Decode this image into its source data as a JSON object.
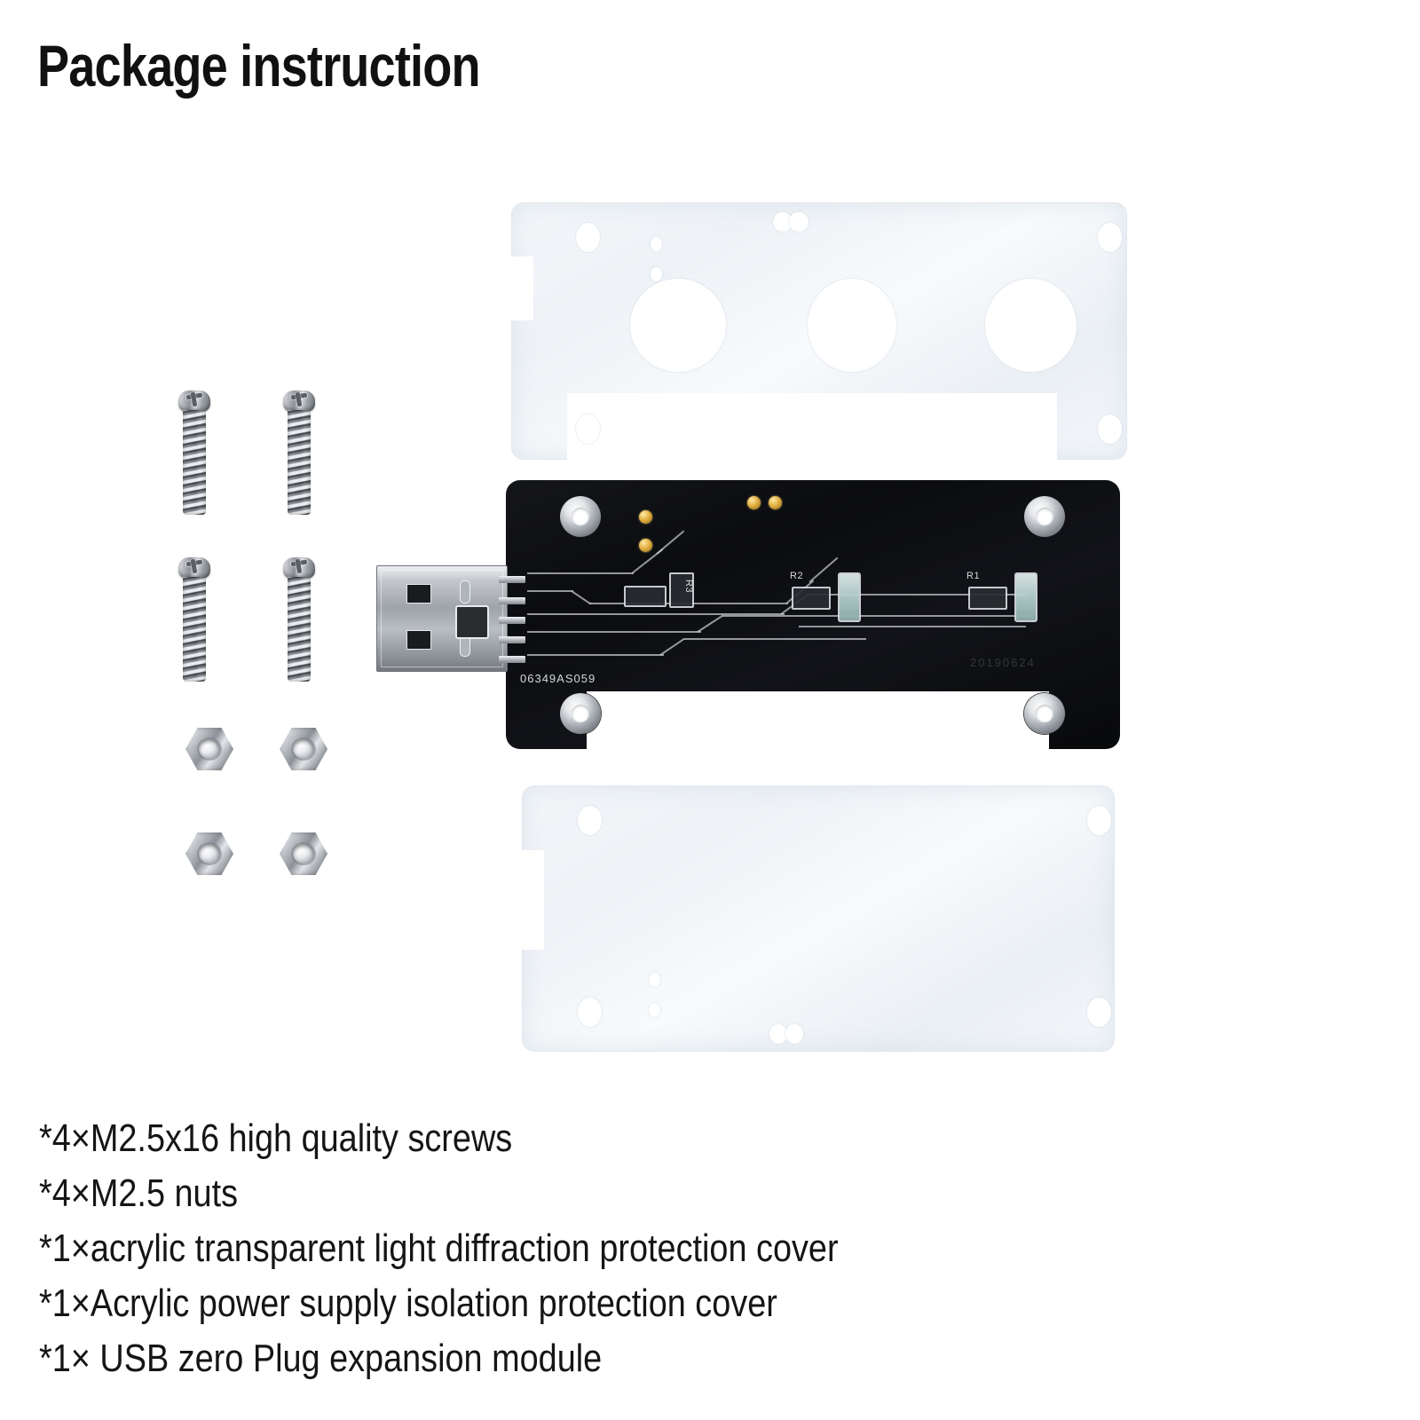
{
  "page": {
    "title": "Package instruction",
    "background_color": "#ffffff"
  },
  "contents": [
    "*4×M2.5x16 high quality screws",
    "*4×M2.5 nuts",
    "*1×acrylic transparent light diffraction protection cover",
    "*1×Acrylic power supply isolation protection cover",
    "*1× USB zero Plug expansion module"
  ],
  "parts": {
    "screws": {
      "label": "M2.5x16 high quality screws",
      "quantity": 4,
      "color": "#a9aeb4"
    },
    "nuts": {
      "label": "M2.5 nuts",
      "quantity": 4,
      "color": "#a9aeb4"
    },
    "top_cover": {
      "label": "acrylic transparent light diffraction protection cover",
      "quantity": 1,
      "color": "#f2f6f9",
      "large_holes": 3,
      "screw_holes": 4,
      "small_holes": 2
    },
    "bottom_cover": {
      "label": "Acrylic power supply isolation protection cover",
      "quantity": 1,
      "color": "#f2f6f9",
      "screw_holes": 4,
      "small_holes": 4
    },
    "pcb_module": {
      "label": "USB zero Plug expansion module",
      "quantity": 1,
      "board_color": "#0d0e11",
      "connector": "USB-A male",
      "connector_pins": 5,
      "mount_holes": 4,
      "gold_pads": 4,
      "serial_text": "06349AS059",
      "silkscreen": [
        {
          "ref": "R1"
        },
        {
          "ref": "R2"
        },
        {
          "ref": "R3"
        }
      ],
      "date_code": "20190624"
    }
  }
}
